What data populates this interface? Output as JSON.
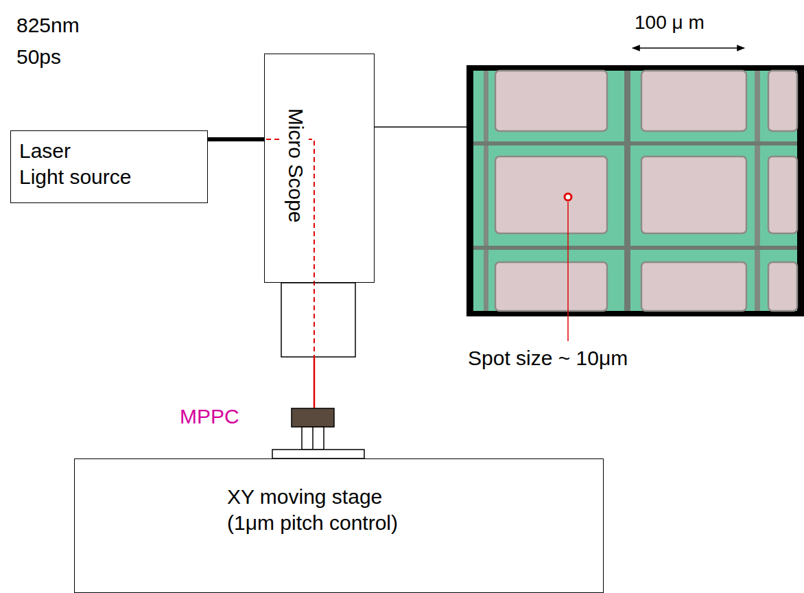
{
  "diagram": {
    "nodes": [
      {
        "text": [
          "Laser Light source"
        ]
      },
      {
        "text": [
          "Micro Scope"
        ]
      },
      {
        "text": [
          "XY moving stage (1μm pitch control)"
        ]
      }
    ],
    "edges": [
      {
        "from": 0,
        "to": 1,
        "arrow": "none"
      }
    ],
    "labels": [
      "825nm",
      "50ps",
      "100 μ m",
      "Spot size ~ 10μm",
      "MPPC"
    ]
  }
}
